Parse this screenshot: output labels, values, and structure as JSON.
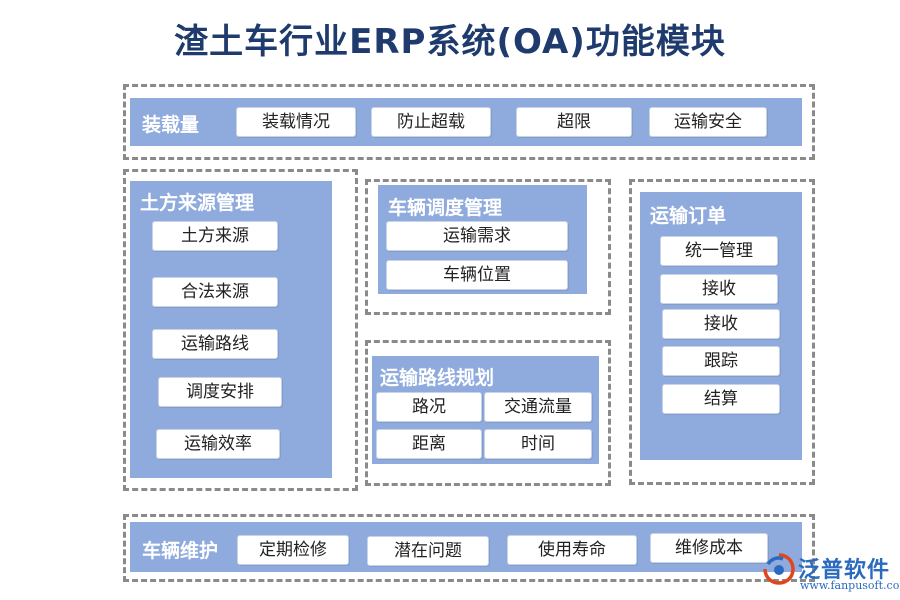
{
  "title": "渣土车行业ERP系统(OA)功能模块",
  "modules": {
    "load": {
      "title": "装载量",
      "items": [
        "装载情况",
        "防止超载",
        "超限",
        "运输安全"
      ]
    },
    "earth": {
      "title": "土方来源管理",
      "items": [
        "土方来源",
        "合法来源",
        "运输路线",
        "调度安排",
        "运输效率"
      ]
    },
    "dispatch": {
      "title": "车辆调度管理",
      "items": [
        "运输需求",
        "车辆位置"
      ]
    },
    "route": {
      "title": "运输路线规划",
      "items": [
        "路况",
        "交通流量",
        "距离",
        "时间"
      ]
    },
    "order": {
      "title": "运输订单",
      "items": [
        "统一管理",
        "接收",
        "接收",
        "跟踪",
        "结算"
      ]
    },
    "maintenance": {
      "title": "车辆维护",
      "items": [
        "定期检修",
        "潜在问题",
        "使用寿命",
        "维修成本"
      ]
    }
  },
  "logo": {
    "name": "泛普软件",
    "url": "www.fanpusoft.com",
    "icon": "fanpu-logo-icon"
  },
  "colors": {
    "title": "#1f3a6d",
    "panel": "#8faadc",
    "border": "#8a8a8a",
    "logo": "#2a6bbf"
  }
}
